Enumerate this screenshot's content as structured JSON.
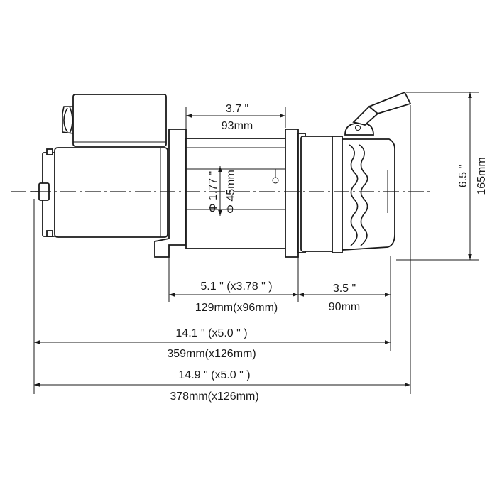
{
  "dimensions": {
    "drum_length_in": "3.7 \"",
    "drum_length_mm": "93mm",
    "drum_diameter_in": "Φ 1.77 \"",
    "drum_diameter_mm": "Φ 45mm",
    "mount_length_in": "5.1 \" (x3.78 \" )",
    "mount_length_mm": "129mm(x96mm)",
    "gearbox_length_in": "3.5 \"",
    "gearbox_length_mm": "90mm",
    "overall_length_in": "14.1 \" (x5.0 \" )",
    "overall_length_mm": "359mm(x126mm)",
    "total_length_in": "14.9 \" (x5.0 \" )",
    "total_length_mm": "378mm(x126mm)",
    "height_in": "6.5 \"",
    "height_mm": "165mm"
  }
}
